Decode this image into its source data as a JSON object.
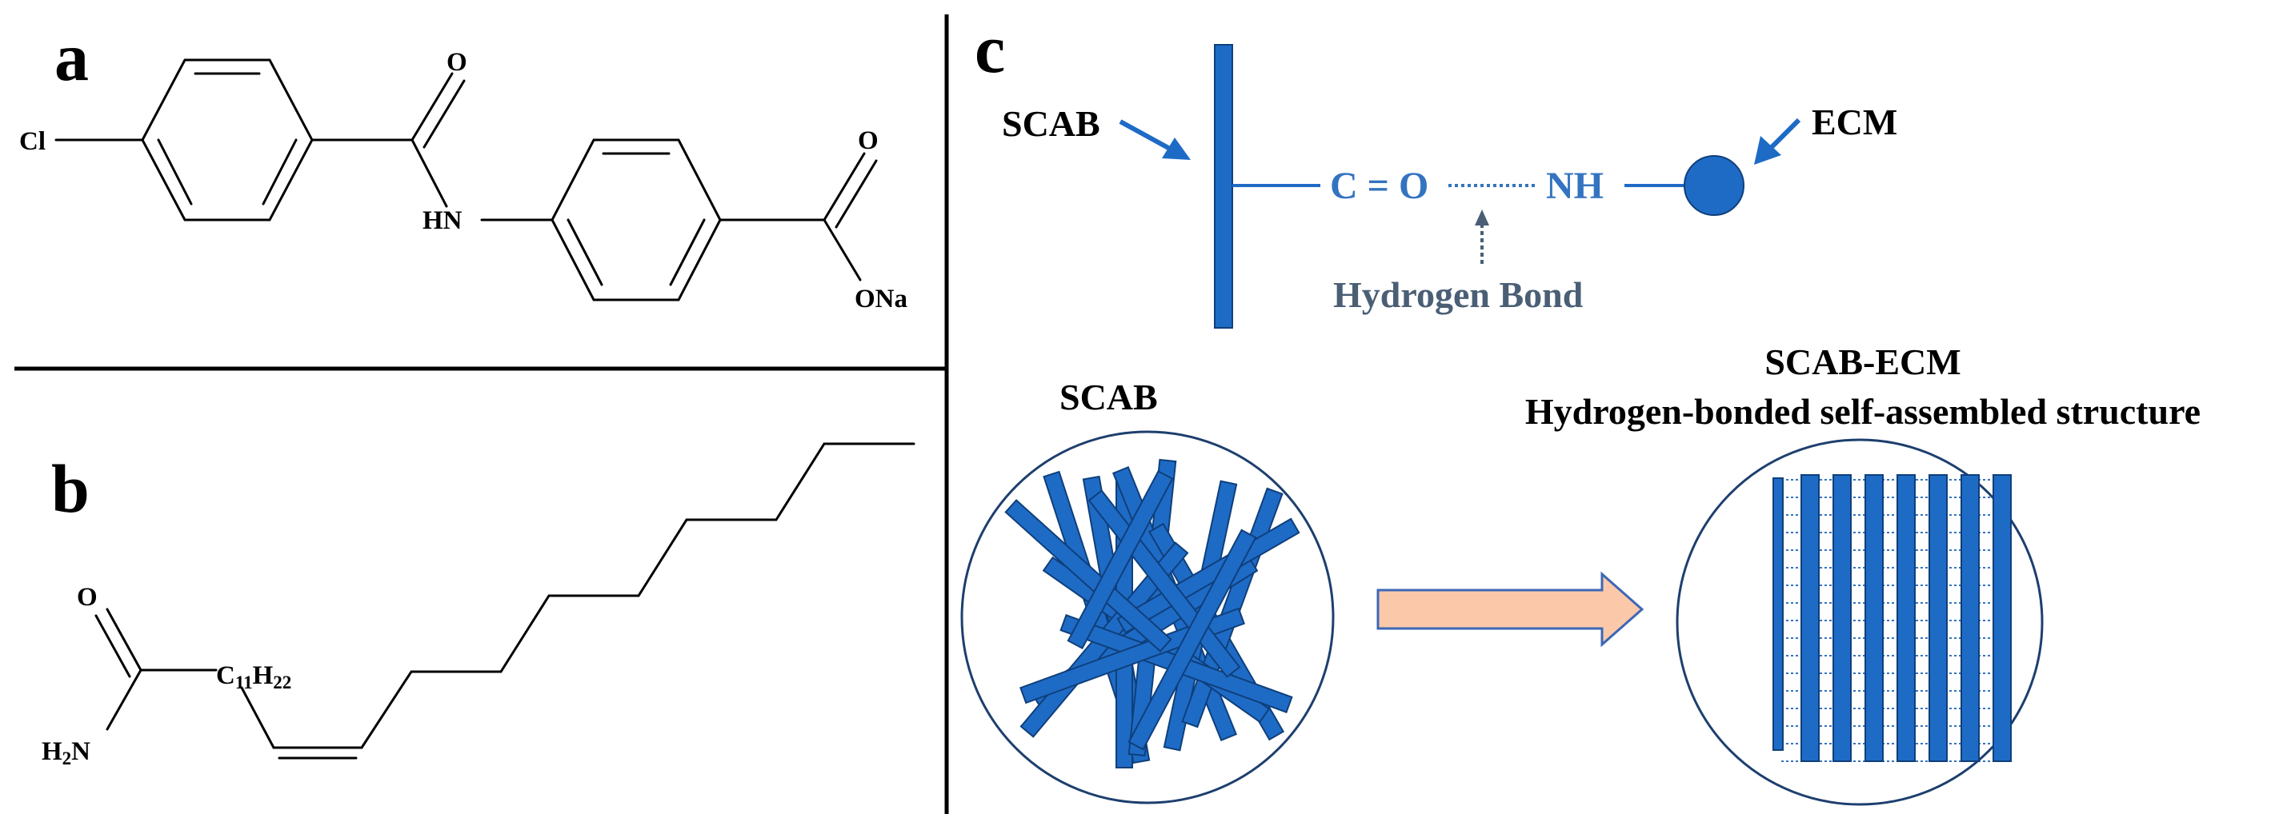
{
  "colors": {
    "rod_blue": "#1e6bc6",
    "rod_stroke": "#0f3f7a",
    "label_blue": "#3473c0",
    "hbond_label": "#4a5f75",
    "arrow_fill": "#fbc9aa",
    "arrow_stroke": "#3d67b5",
    "line_black": "#000000"
  },
  "panels": {
    "a": {
      "letter": "a"
    },
    "b": {
      "letter": "b"
    },
    "c": {
      "letter": "c"
    }
  },
  "molecule_a": {
    "cl": "Cl",
    "o_top": "O",
    "hn": "HN",
    "o_right": "O",
    "ona": "ONa"
  },
  "molecule_b": {
    "o": "O",
    "c11": "C",
    "c11_sub1": "11",
    "h22": "H",
    "h22_sub": "22",
    "h2n_h": "H",
    "h2n_sub": "2",
    "h2n_n": "N"
  },
  "panel_c": {
    "scab_pointer_label": "SCAB",
    "ecm_pointer_label": "ECM",
    "carbonyl": "C = O",
    "amine": "NH",
    "hbond_label": "Hydrogen Bond",
    "left_circle_title": "SCAB",
    "right_circle_title_line1": "SCAB-ECM",
    "right_circle_title_line2": "Hydrogen-bonded self-assembled structure"
  }
}
